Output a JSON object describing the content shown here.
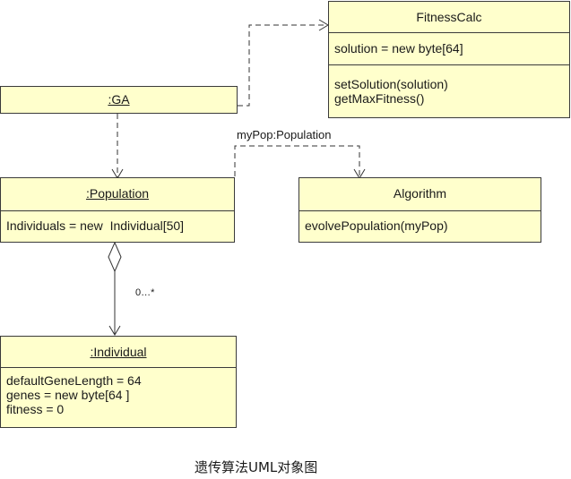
{
  "objects": {
    "fitness_calc": {
      "name": "FitnessCalc",
      "attributes": [
        "solution = new byte[64]"
      ],
      "operations": [
        "setSolution(solution)",
        "getMaxFitness()"
      ]
    },
    "ga": {
      "name": ":GA"
    },
    "population": {
      "name": ":Population",
      "attributes": [
        "Individuals = new  Individual[50]"
      ]
    },
    "algorithm": {
      "name": "Algorithm",
      "operations": [
        "evolvePopulation(myPop)"
      ]
    },
    "individual": {
      "name": ":Individual",
      "attributes": [
        "defaultGeneLength = 64",
        "genes = new byte[64 ]",
        "fitness = 0"
      ]
    }
  },
  "links": {
    "mypop_label": "myPop:Population",
    "multiplicity": "0…*"
  },
  "caption": "遗传算法UML对象图"
}
